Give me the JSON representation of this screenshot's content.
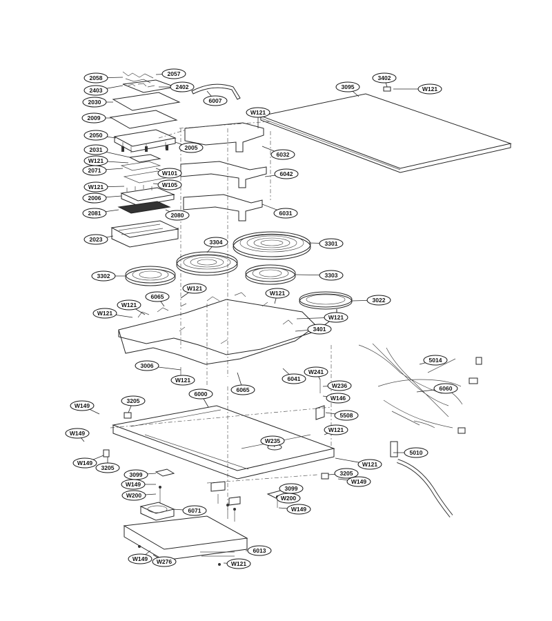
{
  "labels": [
    "2058",
    "2057",
    "2403",
    "2402",
    "2030",
    "6007",
    "3402",
    "W121",
    "3095",
    "W121",
    "2009",
    "2050",
    "2005",
    "6032",
    "2031",
    "W121",
    "W101",
    "6042",
    "2071",
    "W121",
    "W105",
    "2006",
    "2081",
    "2080",
    "6031",
    "2023",
    "3304",
    "3301",
    "3302",
    "3303",
    "W121",
    "W121",
    "6065",
    "W121",
    "3022",
    "W121",
    "W121",
    "3401",
    "5014",
    "3006",
    "W241",
    "W121",
    "6041",
    "W236",
    "6060",
    "6065",
    "W146",
    "6000",
    "W149",
    "3205",
    "5508",
    "W149",
    "W121",
    "W235",
    "W149",
    "W121",
    "5010",
    "3205",
    "3205",
    "3099",
    "W149",
    "W149",
    "W200",
    "3099",
    "W200",
    "6071",
    "W149",
    "6013",
    "W149",
    "W276",
    "W121"
  ]
}
